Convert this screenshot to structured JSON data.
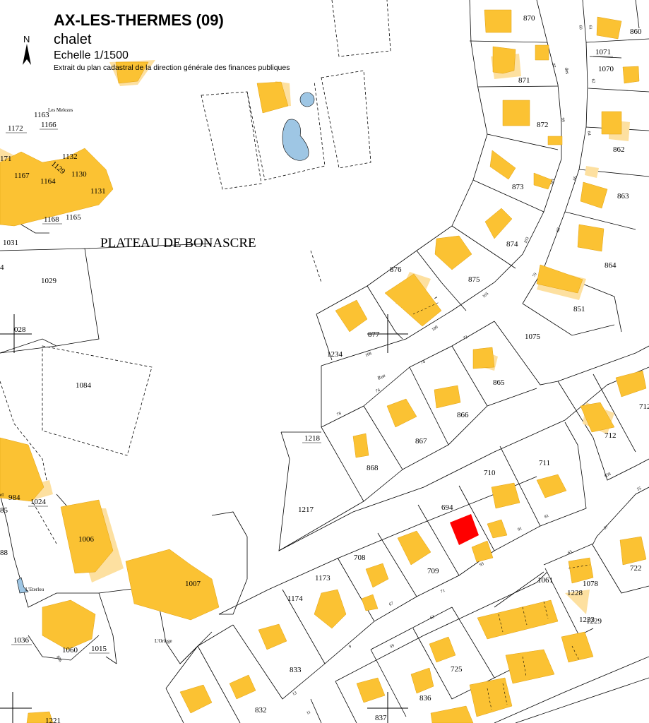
{
  "header": {
    "commune": "AX-LES-THERMES (09)",
    "subject": "chalet",
    "scale": "Echelle 1/1500",
    "source": "Extrait du plan cadastral de la direction générale des finances publiques",
    "north_label": "N"
  },
  "map": {
    "area_name": "PLATEAU DE BONASCRE",
    "highlight_color": "#ff0000",
    "building_color": "#fbc233",
    "building_shadow_color": "#fde0a0",
    "water_color": "#9ec6e4",
    "parcels": {
      "p870": "870",
      "p860": "860",
      "p1071": "1071",
      "p1070": "1070",
      "p871": "871",
      "p872": "872",
      "p862": "862",
      "p873": "873",
      "p863": "863",
      "p874": "874",
      "p864": "864",
      "p876": "876",
      "p875": "875",
      "p851": "851",
      "p877": "877",
      "p1075": "1075",
      "p1234": "1234",
      "p865": "865",
      "p866": "866",
      "p867": "867",
      "p868": "868",
      "p712": "712",
      "p712b": "712",
      "p1218": "1218",
      "p1217": "1217",
      "p711": "711",
      "p710": "710",
      "p694": "694",
      "p709": "709",
      "p708": "708",
      "p722": "722",
      "p1078": "1078",
      "p1228": "1228",
      "p1229": "1229",
      "p1233": "1233",
      "p1061": "1061",
      "p1173": "1173",
      "p1174": "1174",
      "p833": "833",
      "p832": "832",
      "p725": "725",
      "p836": "836",
      "p837": "837",
      "p1029": "1029",
      "p1028": "028",
      "p1084": "1084",
      "p1172": "1172",
      "p1163": "1163",
      "p1166": "1166",
      "p1171": "171",
      "p1167": "1167",
      "p1164": "1164",
      "p1129": "1129",
      "p1132": "1132",
      "p1130": "1130",
      "p1131": "1131",
      "p1168": "1168",
      "p1165": "1165",
      "p1031": "1031",
      "p4": "4",
      "p984": "984",
      "p1024": "1024",
      "p1006": "1006",
      "p1007": "1007",
      "p1036": "1036",
      "p1060": "1060",
      "p1015": "1015",
      "p88": "88",
      "p85": "85",
      "pel": "el",
      "p1221": "1221"
    },
    "labels": {
      "les_melezes": "Les Melezes",
      "rue": "Rue",
      "des": "des",
      "eterlou": "L'Eterlou",
      "oriege": "L'Oriege"
    },
    "street_numbers": {
      "n60": "60",
      "n97": "97",
      "n99": "99",
      "n101": "101",
      "n103": "103",
      "n105": "105",
      "n100": "100",
      "n108": "108",
      "n72": "72",
      "n74": "74",
      "n76": "76",
      "n78": "78",
      "n61": "61",
      "n62": "62",
      "n64": "64",
      "n66": "66",
      "n68": "68",
      "n70": "70",
      "n91": "91",
      "n81": "81",
      "n93": "93",
      "n858": "858",
      "n55": "55",
      "n57": "57",
      "n65": "65",
      "n71": "71",
      "n67": "67",
      "n9": "9",
      "n13": "13",
      "n11": "11",
      "n63": "63",
      "n59": "59",
      "n856": "856"
    }
  }
}
